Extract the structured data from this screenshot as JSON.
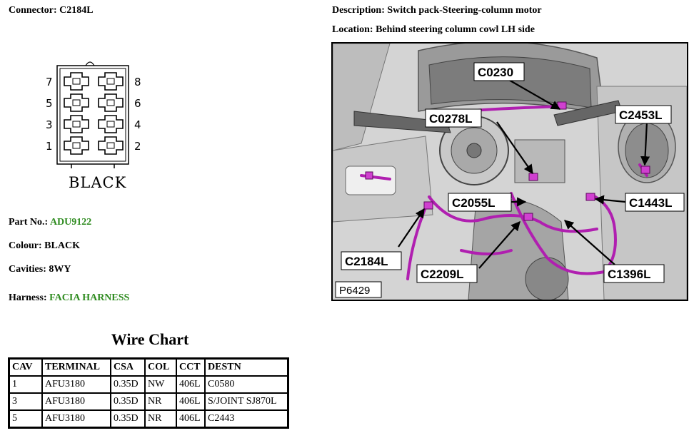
{
  "connector": {
    "label": "Connector:",
    "value": "C2184L"
  },
  "description": {
    "label": "Description:",
    "value": "Switch pack-Steering-column motor"
  },
  "location": {
    "label": "Location:",
    "value": "Behind steering column cowl LH side"
  },
  "diagram": {
    "colour_text": "BLACK",
    "pins": {
      "p1": "1",
      "p2": "2",
      "p3": "3",
      "p4": "4",
      "p5": "5",
      "p6": "6",
      "p7": "7",
      "p8": "8"
    }
  },
  "part_no": {
    "label": "Part No.:",
    "value": "ADU9122"
  },
  "colour": {
    "label": "Colour:",
    "value": "BLACK"
  },
  "cavities": {
    "label": "Cavities:",
    "value": "8WY"
  },
  "harness": {
    "label": "Harness:",
    "value": "FACIA HARNESS"
  },
  "link_color": "#2e8b1f",
  "wire_chart": {
    "title": "Wire Chart",
    "headers": [
      "CAV",
      "TERMINAL",
      "CSA",
      "COL",
      "CCT",
      "DESTN"
    ],
    "rows": [
      [
        "1",
        "AFU3180",
        "0.35D",
        "NW",
        "406L",
        "C0580"
      ],
      [
        "3",
        "AFU3180",
        "0.35D",
        "NR",
        "406L",
        "S/JOINT SJ870L"
      ],
      [
        "5",
        "AFU3180",
        "0.35D",
        "NR",
        "406L",
        "C2443"
      ]
    ]
  },
  "photo": {
    "ref": "P6429",
    "callouts": {
      "c0230": "C0230",
      "c0278l": "C0278L",
      "c2453l": "C2453L",
      "c2055l": "C2055L",
      "c1443l": "C1443L",
      "c2184l": "C2184L",
      "c2209l": "C2209L",
      "c1396l": "C1396L"
    }
  }
}
